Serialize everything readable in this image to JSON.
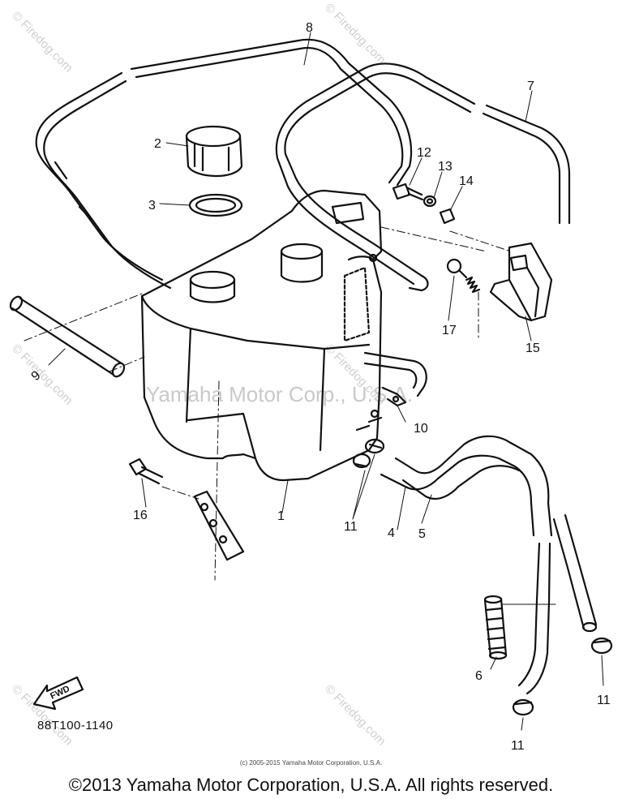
{
  "diagram": {
    "callouts": [
      "1",
      "2",
      "3",
      "4",
      "5",
      "6",
      "7",
      "8",
      "9",
      "10",
      "11",
      "11",
      "11",
      "12",
      "13",
      "14",
      "15",
      "16",
      "17"
    ],
    "fwd_label": "FWD",
    "part_number": "88T100-1140"
  },
  "watermarks": {
    "site": "© Firedog.com",
    "center": "Yamaha Motor Corp., U.S.A."
  },
  "footer": {
    "small_copyright": "(c) 2005-2015 Yamaha Motor Corporation, U.S.A.",
    "copyright": "©2013 Yamaha Motor Corporation, U.S.A. All rights reserved."
  }
}
